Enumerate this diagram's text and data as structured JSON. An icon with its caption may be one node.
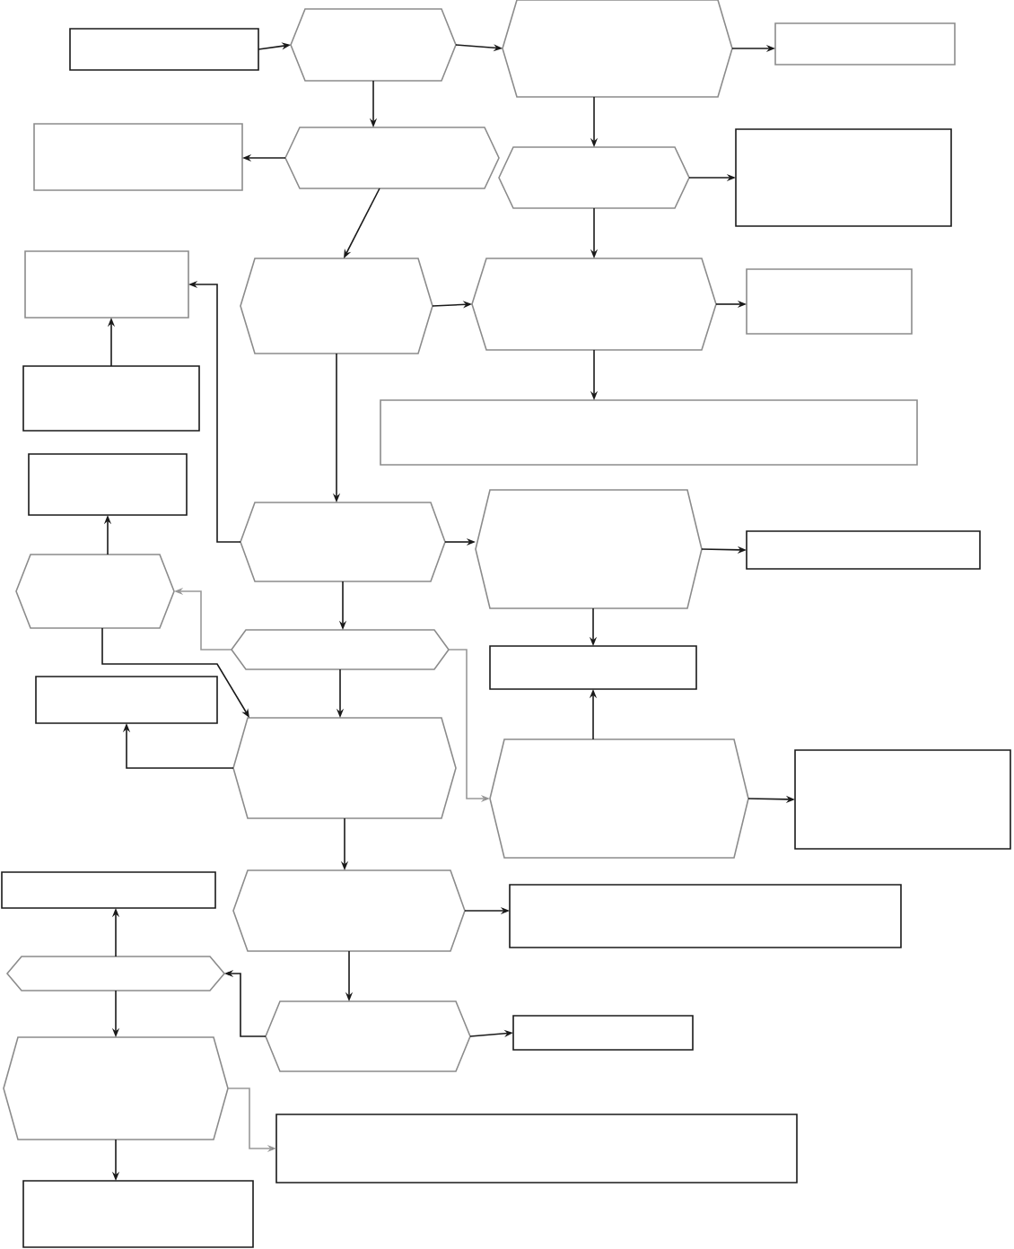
{
  "diagram": {
    "nodes": [
      {
        "text": [],
        "shape": "box"
      },
      {
        "text": [],
        "shape": "hexagon"
      },
      {
        "text": [],
        "shape": "hexagon"
      },
      {
        "text": [],
        "shape": "box"
      },
      {
        "text": [],
        "shape": "box"
      },
      {
        "text": [],
        "shape": "hexagon"
      },
      {
        "text": [],
        "shape": "hexagon"
      },
      {
        "text": [],
        "shape": "box"
      },
      {
        "text": [],
        "shape": "box"
      },
      {
        "text": [],
        "shape": "hexagon"
      },
      {
        "text": [],
        "shape": "hexagon"
      },
      {
        "text": [],
        "shape": "box"
      },
      {
        "text": [],
        "shape": "box"
      },
      {
        "text": [],
        "shape": "box"
      },
      {
        "text": [],
        "shape": "box"
      },
      {
        "text": [],
        "shape": "hexagon"
      },
      {
        "text": [],
        "shape": "hexagon"
      },
      {
        "text": [],
        "shape": "hexagon"
      },
      {
        "text": [],
        "shape": "box"
      },
      {
        "text": [],
        "shape": "hexagon"
      },
      {
        "text": [],
        "shape": "box"
      },
      {
        "text": [],
        "shape": "box"
      },
      {
        "text": [],
        "shape": "hexagon"
      },
      {
        "text": [],
        "shape": "hexagon"
      },
      {
        "text": [],
        "shape": "box"
      },
      {
        "text": [],
        "shape": "box"
      },
      {
        "text": [],
        "shape": "hexagon"
      },
      {
        "text": [],
        "shape": "box"
      },
      {
        "text": [],
        "shape": "hexagon"
      },
      {
        "text": [],
        "shape": "hexagon"
      },
      {
        "text": [],
        "shape": "box"
      },
      {
        "text": [],
        "shape": "hexagon"
      },
      {
        "text": [],
        "shape": "box"
      },
      {
        "text": [],
        "shape": "box"
      }
    ],
    "edges": [
      {
        "from": 0,
        "to": 1,
        "arrow": "to"
      },
      {
        "from": 1,
        "to": 2,
        "arrow": "to"
      },
      {
        "from": 2,
        "to": 3,
        "arrow": "to"
      },
      {
        "from": 1,
        "to": 5,
        "arrow": "to"
      },
      {
        "from": 2,
        "to": 6,
        "arrow": "to"
      },
      {
        "from": 5,
        "to": 4,
        "arrow": "to"
      },
      {
        "from": 6,
        "to": 7,
        "arrow": "to"
      },
      {
        "from": 5,
        "to": 9,
        "arrow": "to"
      },
      {
        "from": 6,
        "to": 10,
        "arrow": "to"
      },
      {
        "from": 9,
        "to": 10,
        "arrow": "to"
      },
      {
        "from": 10,
        "to": 11,
        "arrow": "to"
      },
      {
        "from": 10,
        "to": 13,
        "arrow": "to"
      },
      {
        "from": 12,
        "to": 8,
        "arrow": "to"
      },
      {
        "from": 16,
        "to": 8,
        "arrow": "to"
      },
      {
        "from": 9,
        "to": 16,
        "arrow": "to"
      },
      {
        "from": 16,
        "to": 17,
        "arrow": "to"
      },
      {
        "from": 17,
        "to": 18,
        "arrow": "to"
      },
      {
        "from": 16,
        "to": 19,
        "arrow": "to"
      },
      {
        "from": 15,
        "to": 14,
        "arrow": "to"
      },
      {
        "from": 19,
        "to": 15,
        "arrow": "to",
        "color": "#999999"
      },
      {
        "from": 15,
        "to": 22,
        "arrow": "to"
      },
      {
        "from": 19,
        "to": 22,
        "arrow": "to"
      },
      {
        "from": 19,
        "to": 23,
        "arrow": "to",
        "color": "#999999"
      },
      {
        "from": 17,
        "to": 20,
        "arrow": "to"
      },
      {
        "from": 23,
        "to": 20,
        "arrow": "to"
      },
      {
        "from": 22,
        "to": 21,
        "arrow": "to"
      },
      {
        "from": 23,
        "to": 24,
        "arrow": "to"
      },
      {
        "from": 22,
        "to": 26,
        "arrow": "to"
      },
      {
        "from": 26,
        "to": 27,
        "arrow": "to"
      },
      {
        "from": 28,
        "to": 25,
        "arrow": "to"
      },
      {
        "from": 26,
        "to": 29,
        "arrow": "to"
      },
      {
        "from": 29,
        "to": 28,
        "arrow": "to"
      },
      {
        "from": 29,
        "to": 30,
        "arrow": "to"
      },
      {
        "from": 28,
        "to": 31,
        "arrow": "to"
      },
      {
        "from": 31,
        "to": 32,
        "arrow": "to",
        "color": "#999999"
      },
      {
        "from": 31,
        "to": 33,
        "arrow": "to"
      }
    ]
  }
}
